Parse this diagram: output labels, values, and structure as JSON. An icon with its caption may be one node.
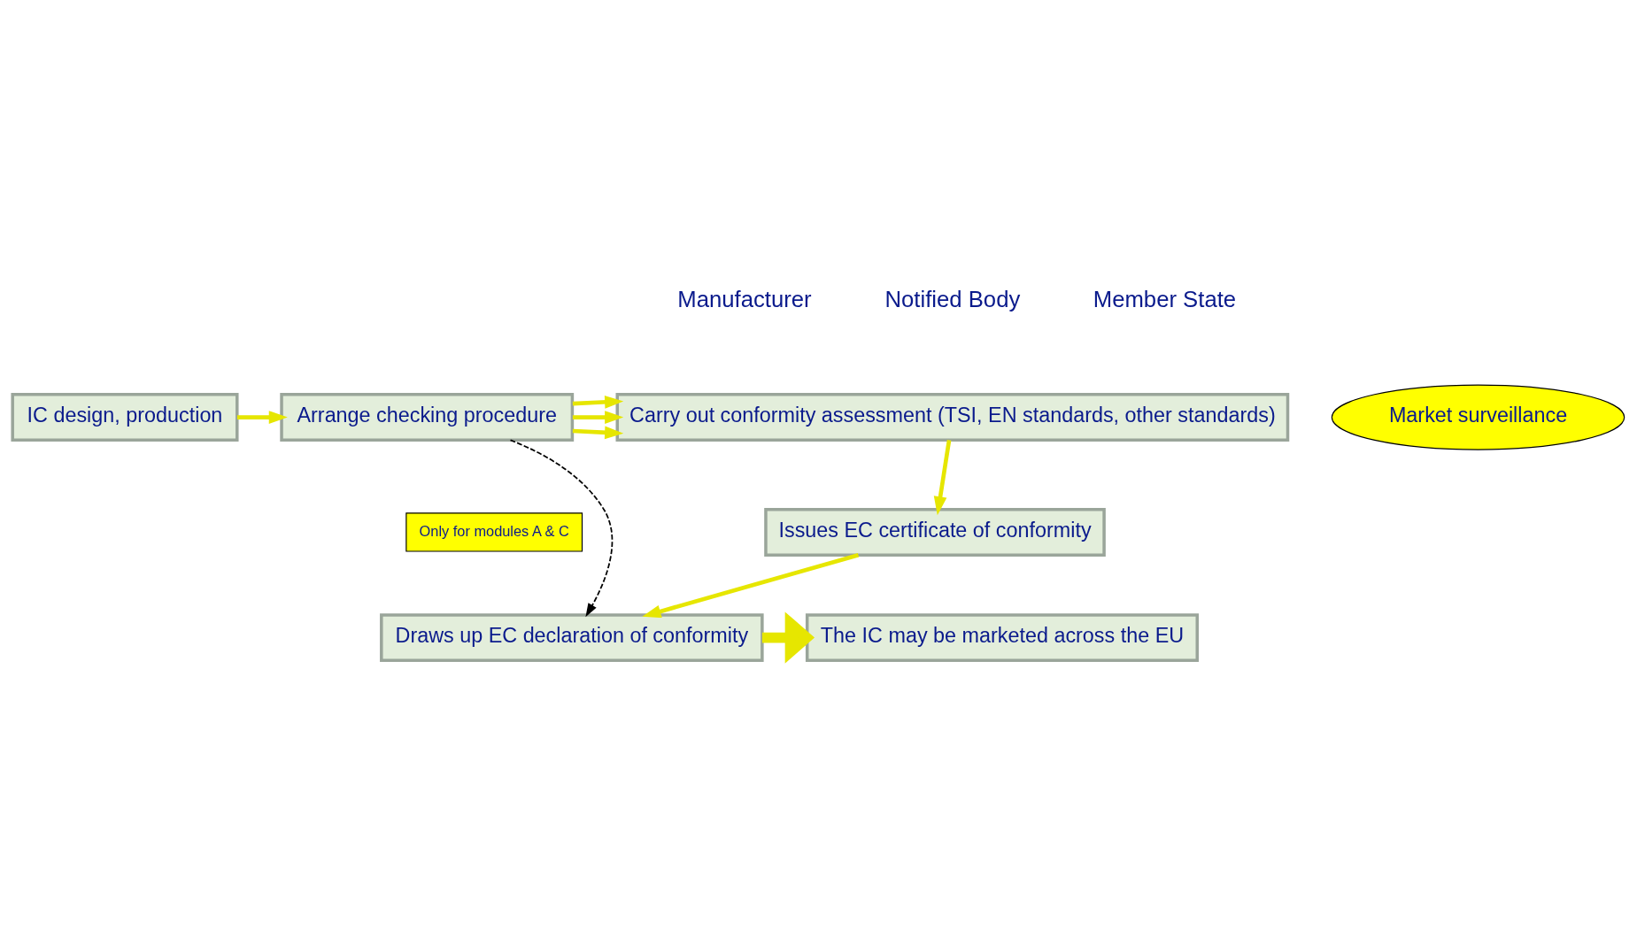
{
  "diagram": {
    "nodes": [
      {
        "text": [
          "IC design, production"
        ]
      },
      {
        "text": [
          "Arrange checking procedure"
        ]
      },
      {
        "text": [
          "Carry out conformity assessment (TSI, EN standards, other standards)"
        ]
      },
      {
        "text": [
          "Market surveillance"
        ]
      },
      {
        "text": [
          "Only for modules A & C"
        ]
      },
      {
        "text": [
          "Issues EC certificate of conformity"
        ]
      },
      {
        "text": [
          "Draws up EC declaration of conformity"
        ]
      },
      {
        "text": [
          "The IC may be marketed across the EU"
        ]
      }
    ],
    "edges": [
      {
        "from": 0,
        "to": 1,
        "arrow": "to"
      },
      {
        "from": 1,
        "to": 2,
        "arrow": "to"
      },
      {
        "from": 1,
        "to": 2,
        "arrow": "to"
      },
      {
        "from": 1,
        "to": 2,
        "arrow": "to"
      },
      {
        "from": 2,
        "to": 5,
        "arrow": "to"
      },
      {
        "from": 5,
        "to": 6,
        "arrow": "to"
      },
      {
        "from": 1,
        "to": 6,
        "arrow": "to",
        "style": "dashed",
        "color": "#000000"
      },
      {
        "from": 6,
        "to": 7,
        "arrow": "to",
        "style": "thick"
      }
    ],
    "labels": [
      "Manufacturer",
      "Notified Body",
      "Member State"
    ]
  }
}
